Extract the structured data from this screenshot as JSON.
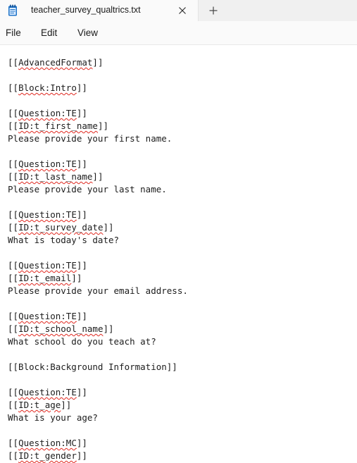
{
  "window": {
    "tab_title": "teacher_survey_qualtrics.txt",
    "icons": {
      "file": "notepad-icon",
      "close": "close-icon",
      "new_tab": "plus-icon"
    }
  },
  "menu": {
    "file": "File",
    "edit": "Edit",
    "view": "View"
  },
  "colors": {
    "spellcheck_underline": "#e0281f",
    "notepad_icon": "#1e73c8"
  },
  "editor": {
    "lines": [
      {
        "text": "[[AdvancedFormat]]",
        "squiggles": [
          [
            2,
            16
          ]
        ]
      },
      {
        "text": "",
        "squiggles": []
      },
      {
        "text": "[[Block:Intro]]",
        "squiggles": [
          [
            2,
            13
          ]
        ]
      },
      {
        "text": "",
        "squiggles": []
      },
      {
        "text": "[[Question:TE]]",
        "squiggles": [
          [
            2,
            13
          ]
        ]
      },
      {
        "text": "[[ID:t_first_name]]",
        "squiggles": [
          [
            2,
            17
          ]
        ]
      },
      {
        "text": "Please provide your first name.",
        "squiggles": []
      },
      {
        "text": "",
        "squiggles": []
      },
      {
        "text": "[[Question:TE]]",
        "squiggles": [
          [
            2,
            13
          ]
        ]
      },
      {
        "text": "[[ID:t_last_name]]",
        "squiggles": [
          [
            2,
            16
          ]
        ]
      },
      {
        "text": "Please provide your last name.",
        "squiggles": []
      },
      {
        "text": "",
        "squiggles": []
      },
      {
        "text": "[[Question:TE]]",
        "squiggles": [
          [
            2,
            13
          ]
        ]
      },
      {
        "text": "[[ID:t_survey_date]]",
        "squiggles": [
          [
            2,
            18
          ]
        ]
      },
      {
        "text": "What is today's date?",
        "squiggles": []
      },
      {
        "text": "",
        "squiggles": []
      },
      {
        "text": "[[Question:TE]]",
        "squiggles": [
          [
            2,
            13
          ]
        ]
      },
      {
        "text": "[[ID:t_email]]",
        "squiggles": [
          [
            2,
            12
          ]
        ]
      },
      {
        "text": "Please provide your email address.",
        "squiggles": []
      },
      {
        "text": "",
        "squiggles": []
      },
      {
        "text": "[[Question:TE]]",
        "squiggles": [
          [
            2,
            13
          ]
        ]
      },
      {
        "text": "[[ID:t_school_name]]",
        "squiggles": [
          [
            2,
            18
          ]
        ]
      },
      {
        "text": "What school do you teach at?",
        "squiggles": []
      },
      {
        "text": "",
        "squiggles": []
      },
      {
        "text": "[[Block:Background Information]]",
        "squiggles": []
      },
      {
        "text": "",
        "squiggles": []
      },
      {
        "text": "[[Question:TE]]",
        "squiggles": [
          [
            2,
            13
          ]
        ]
      },
      {
        "text": "[[ID:t_age]]",
        "squiggles": [
          [
            2,
            10
          ]
        ]
      },
      {
        "text": "What is your age?",
        "squiggles": []
      },
      {
        "text": "",
        "squiggles": []
      },
      {
        "text": "[[Question:MC]]",
        "squiggles": [
          [
            2,
            13
          ]
        ]
      },
      {
        "text": "[[ID:t_gender]]",
        "squiggles": [
          [
            2,
            13
          ]
        ]
      }
    ]
  }
}
